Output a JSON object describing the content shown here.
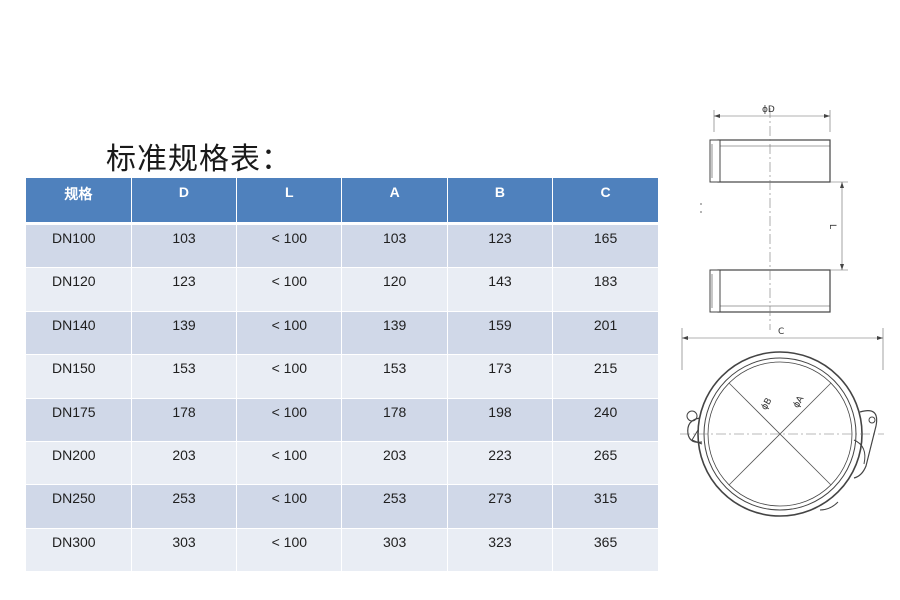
{
  "title": "标准规格表：",
  "table": {
    "headers": [
      "规格",
      "D",
      "L",
      "A",
      "B",
      "C"
    ],
    "rows": [
      [
        "DN100",
        "103",
        "< 100",
        "103",
        "123",
        "165"
      ],
      [
        "DN120",
        "123",
        "< 100",
        "120",
        "143",
        "183"
      ],
      [
        "DN140",
        "139",
        "< 100",
        "139",
        "159",
        "201"
      ],
      [
        "DN150",
        "153",
        "< 100",
        "153",
        "173",
        "215"
      ],
      [
        "DN175",
        "178",
        "< 100",
        "178",
        "198",
        "240"
      ],
      [
        "DN200",
        "203",
        "< 100",
        "203",
        "223",
        "265"
      ],
      [
        "DN250",
        "253",
        "< 100",
        "253",
        "273",
        "315"
      ],
      [
        "DN300",
        "303",
        "< 100",
        "303",
        "323",
        "365"
      ]
    ]
  },
  "drawing": {
    "side_view": {
      "diameter_label": "ϕD",
      "length_label": "L"
    },
    "front_view": {
      "width_label": "C",
      "inner_label": "ϕB",
      "outer_label": "ϕA"
    }
  },
  "colors": {
    "header": "#4f81bd",
    "row_odd": "#d0d8e8",
    "row_even": "#e9edf4"
  }
}
